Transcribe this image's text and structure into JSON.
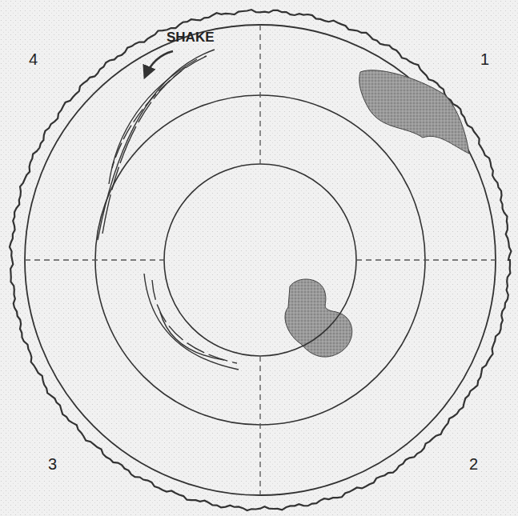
{
  "diagram": {
    "labels": [
      "SHAKE",
      "4",
      "1",
      "3",
      "2"
    ]
  }
}
